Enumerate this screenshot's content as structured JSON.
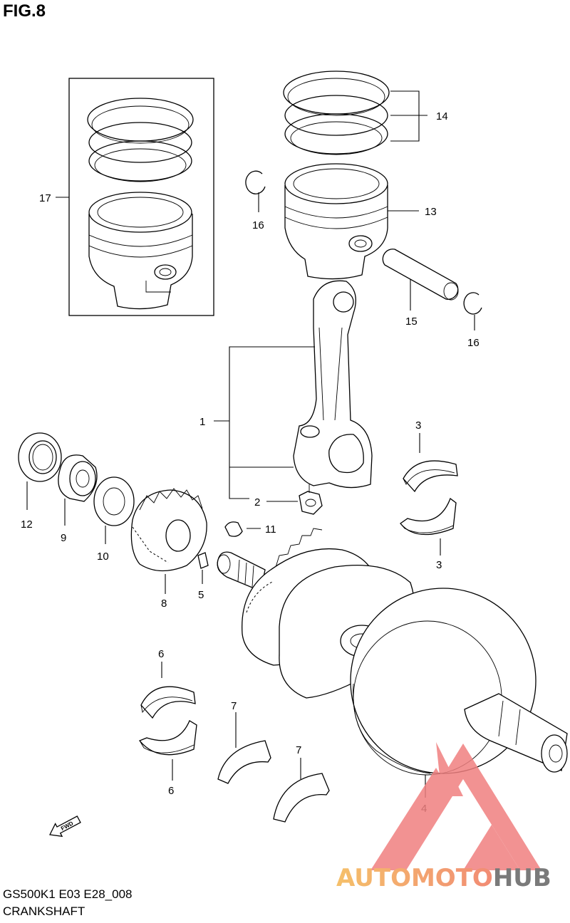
{
  "figure": {
    "title": "FIG.8",
    "model_code": "GS500K1 E03 E28_008",
    "caption": "CRANKSHAFT"
  },
  "callouts": {
    "c1": "1",
    "c2": "2",
    "c3a": "3",
    "c3b": "3",
    "c4": "4",
    "c5": "5",
    "c6a": "6",
    "c6b": "6",
    "c7a": "7",
    "c7b": "7",
    "c8": "8",
    "c9": "9",
    "c10": "10",
    "c11": "11",
    "c12": "12",
    "c13": "13",
    "c14": "14",
    "c15": "15",
    "c16a": "16",
    "c16b": "16",
    "c17": "17"
  },
  "fwd_marker": {
    "label": "FWD"
  },
  "watermark": {
    "word_part1": "AUTOMOTO",
    "word_part2": "HUB",
    "colors": {
      "logo_red": "#f08080",
      "part1_gradient_start": "#f5c06a",
      "part1_gradient_end": "#f07878",
      "part2": "#7a7a7a"
    }
  }
}
